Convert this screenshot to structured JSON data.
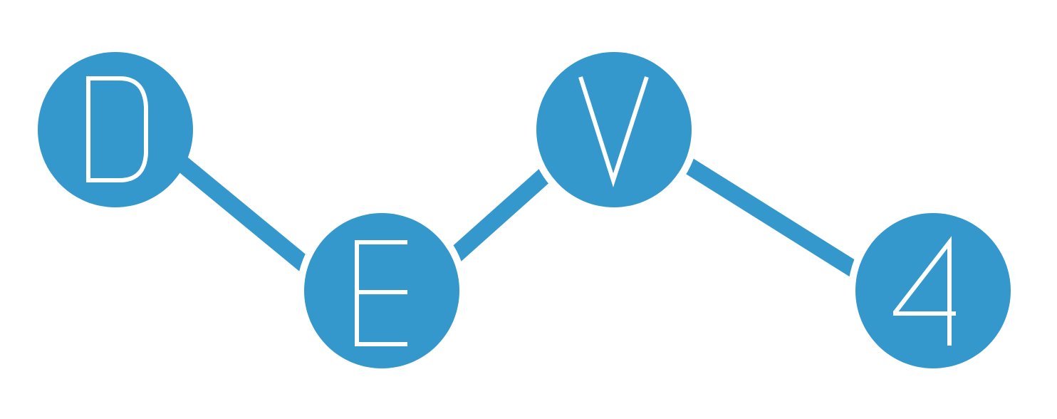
{
  "logo": {
    "letters": [
      "D",
      "E",
      "V",
      "4"
    ],
    "colors": {
      "accent": "#3598cc",
      "letter": "#ffffff",
      "background": "#ffffff"
    }
  }
}
